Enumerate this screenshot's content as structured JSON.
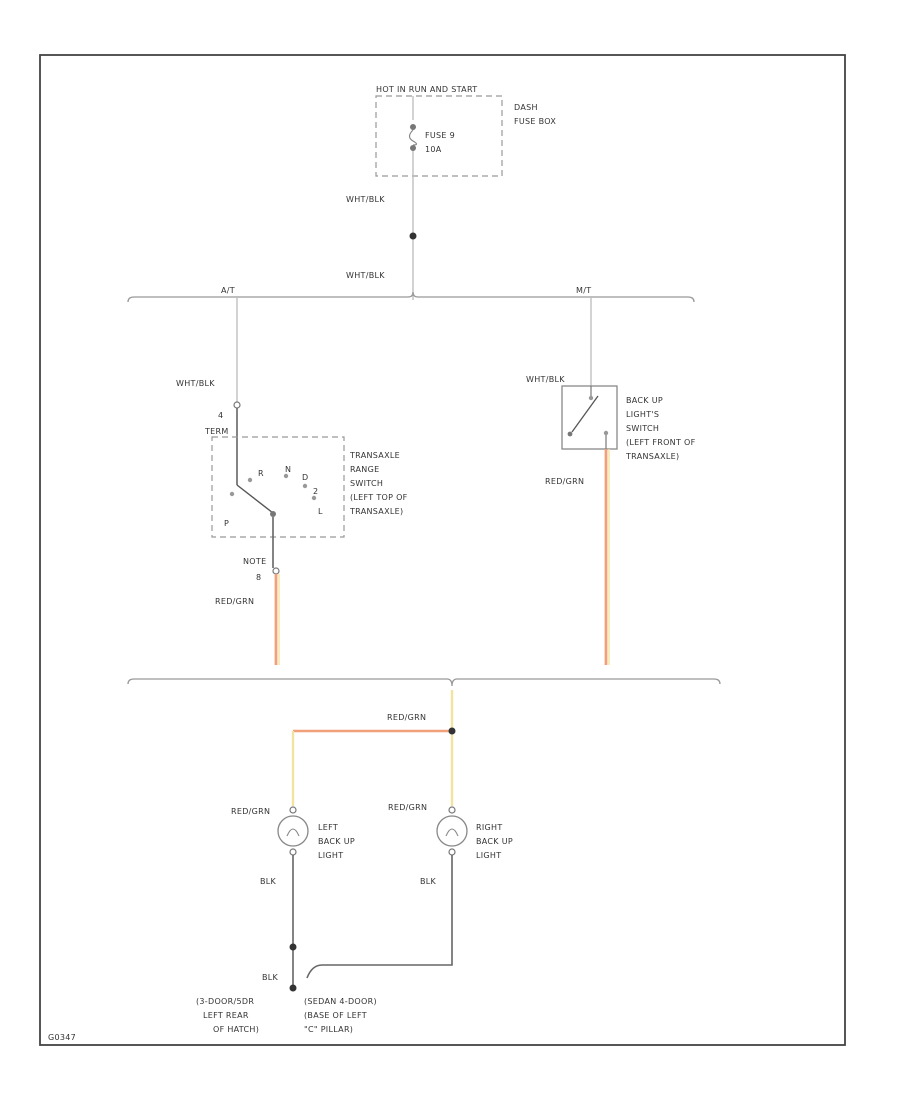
{
  "fuse_box": {
    "header": "HOT IN RUN AND START",
    "name_line1": "DASH",
    "name_line2": "FUSE BOX",
    "fuse_line1": "FUSE 9",
    "fuse_line2": "10A"
  },
  "wires": {
    "fuse_out": "WHT/BLK",
    "splice_out": "WHT/BLK",
    "at_feed": "WHT/BLK",
    "mt_feed": "WHT/BLK",
    "at_out": "RED/GRN",
    "mt_out": "RED/GRN",
    "lamp_feed": "RED/GRN",
    "left_lamp_in": "RED/GRN",
    "right_lamp_in": "RED/GRN",
    "left_ground": "BLK",
    "right_ground": "BLK",
    "ground_join": "BLK"
  },
  "bus": {
    "at": "A/T",
    "mt": "M/T"
  },
  "transaxle_switch": {
    "line1": "TRANSAXLE",
    "line2": "RANGE",
    "line3": "SWITCH",
    "line4": "(LEFT TOP OF",
    "line5": "TRANSAXLE)",
    "pin_top_num": "4",
    "pin_top_name": "TERM",
    "pin_bottom_name": "NOTE",
    "pin_bottom_num": "8",
    "pos_r": "R",
    "pos_n": "N",
    "pos_d": "D",
    "pos_p": "P",
    "pos_2": "2",
    "pos_l": "L"
  },
  "backup_switch": {
    "line1": "BACK UP",
    "line2": "LIGHT'S",
    "line3": "SWITCH",
    "line4": "(LEFT FRONT OF",
    "line5": "TRANSAXLE)"
  },
  "left_lamp": {
    "line1": "LEFT",
    "line2": "BACK UP",
    "line3": "LIGHT"
  },
  "right_lamp": {
    "line1": "RIGHT",
    "line2": "BACK UP",
    "line3": "LIGHT"
  },
  "grounds": {
    "left_line1": "(3-DOOR/5DR",
    "left_line2": "LEFT REAR",
    "left_line3": "OF HATCH)",
    "right_line1": "(SEDAN 4-DOOR)",
    "right_line2": "(BASE OF LEFT",
    "right_line3": "\"C\" PILLAR)"
  },
  "footer": {
    "code": "G0347"
  },
  "colors": {
    "red_grn": "#f2a07a",
    "yellow": "#f2e3a0",
    "gray": "#bbbbbb",
    "dark_gray": "#666666",
    "frame": "#444444"
  }
}
